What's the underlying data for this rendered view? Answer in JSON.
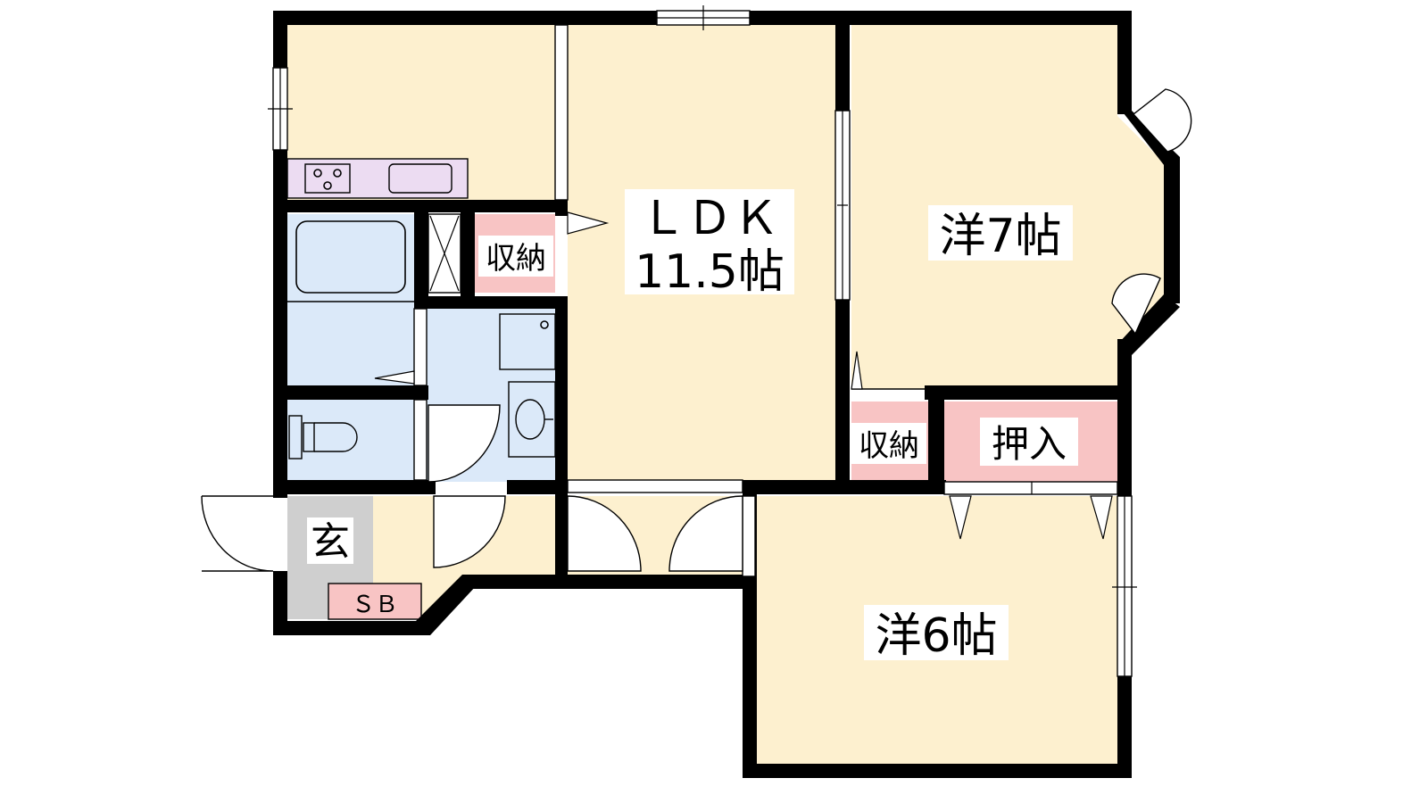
{
  "colors": {
    "room": "#fdf0cf",
    "wet": "#dbe9f9",
    "storage": "#f8c4c4",
    "entrance": "#cfcfcf",
    "kitchen_counter": "#ecdcf2",
    "wall": "#000000"
  },
  "rooms": {
    "ldk_line1": "ＬＤＫ",
    "ldk_line2": "11.5帖",
    "western7": "洋7帖",
    "western6": "洋6帖",
    "closet": "押入",
    "storage_ldk": "収納",
    "storage_right": "収納",
    "entrance": "玄",
    "shoe_box": "ＳＢ"
  }
}
